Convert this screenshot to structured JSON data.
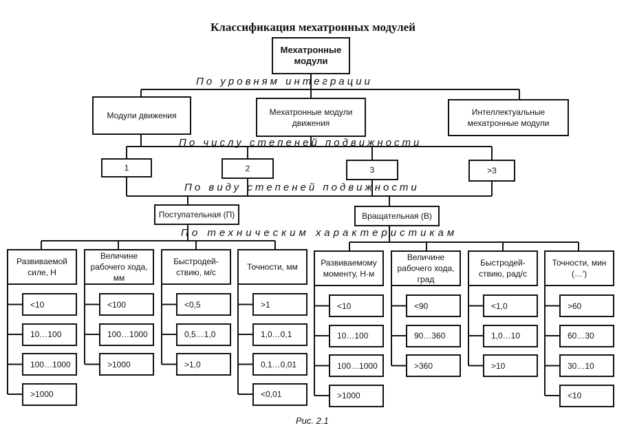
{
  "title": "Классификация мехатронных модулей",
  "root": "Мехатронные модули",
  "criteria": {
    "integration": "По уровням интеграции",
    "dof_count": "По числу степеней подвижности",
    "dof_type": "По виду степеней подвижности",
    "tech": "По техническим характеристикам"
  },
  "integration_levels": [
    "Модули движения",
    "Мехатронные модули движения",
    "Интеллектуальные мехатронные модули"
  ],
  "dof_counts": [
    "1",
    "2",
    "3",
    ">3"
  ],
  "dof_types": [
    "Поступательная (П)",
    "Вращательная (В)"
  ],
  "tech_groups": [
    {
      "label": "Развиваемой силе, Н",
      "items": [
        "<10",
        "10…100",
        "100…1000",
        ">1000"
      ]
    },
    {
      "label": "Величине рабочего хода, мм",
      "items": [
        "<100",
        "100…1000",
        ">1000"
      ]
    },
    {
      "label": "Быстродей-ствию, м/с",
      "items": [
        "<0,5",
        "0,5…1,0",
        ">1,0"
      ]
    },
    {
      "label": "Точности, мм",
      "items": [
        ">1",
        "1,0…0,1",
        "0,1…0,01",
        "<0,01"
      ]
    },
    {
      "label": "Развиваемому моменту, Н·м",
      "items": [
        "<10",
        "10…100",
        "100…1000",
        ">1000"
      ]
    },
    {
      "label": "Величине рабочего хода, град",
      "items": [
        "<90",
        "90…360",
        ">360"
      ]
    },
    {
      "label": "Быстродей-ствию, рад/с",
      "items": [
        "<1,0",
        "1,0…10",
        ">10"
      ]
    },
    {
      "label": "Точности, мин (…′)",
      "items": [
        ">60",
        "60…30",
        "30…10",
        "<10"
      ]
    }
  ],
  "caption": "Рис. 2.1"
}
